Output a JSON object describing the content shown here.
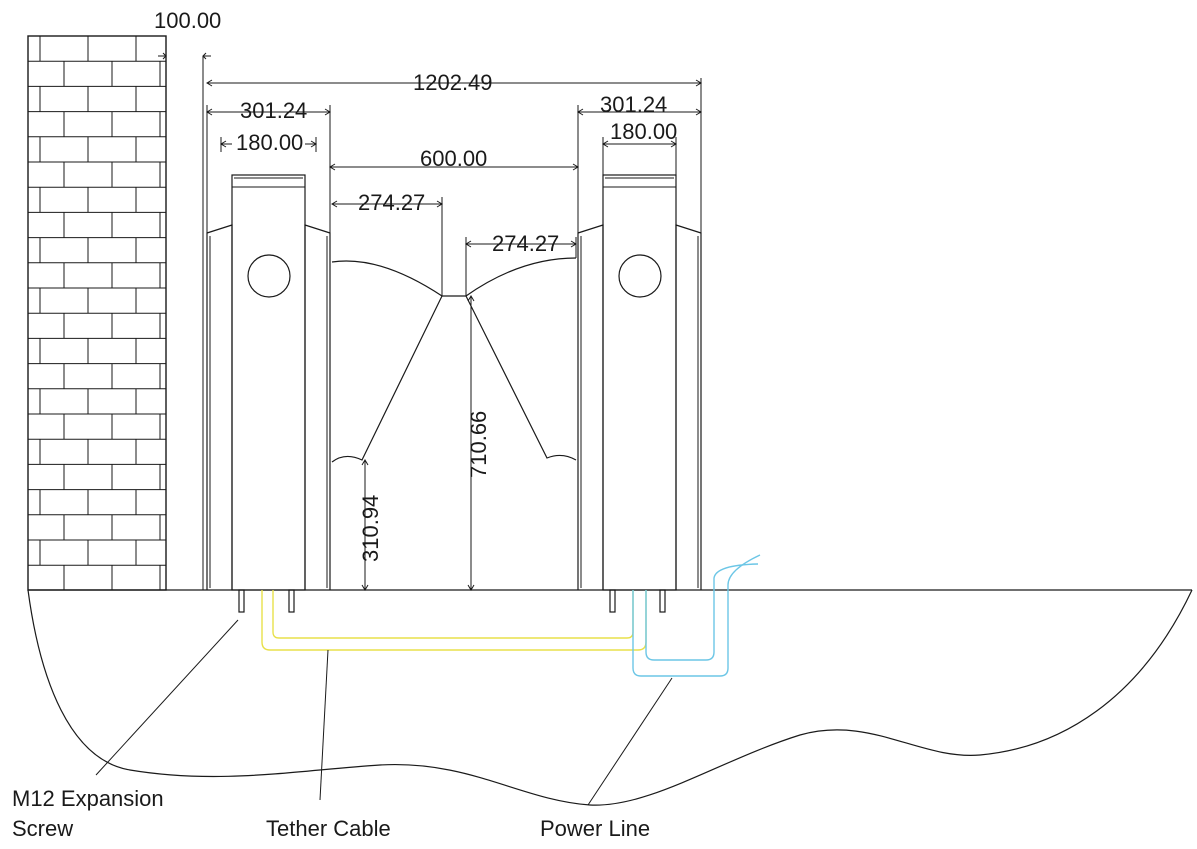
{
  "dimensions": {
    "wall_gap": "100.00",
    "overall_width": "1202.49",
    "cabinet_width_left": "301.24",
    "cabinet_width_right": "301.24",
    "core_width_left": "180.00",
    "core_width_right": "180.00",
    "passage_width": "600.00",
    "flap_width_left": "274.27",
    "flap_width_right": "274.27",
    "flap_top_height": "710.66",
    "flap_bottom_height": "310.94"
  },
  "labels": {
    "expansion_screw_line1": "M12 Expansion",
    "expansion_screw_line2": "Screw",
    "tether_cable": "Tether Cable",
    "power_line": "Power Line"
  },
  "colors": {
    "tether_cable": "#e8e04a",
    "power_line": "#6cc6e6",
    "lines": "#1a1a1a"
  }
}
